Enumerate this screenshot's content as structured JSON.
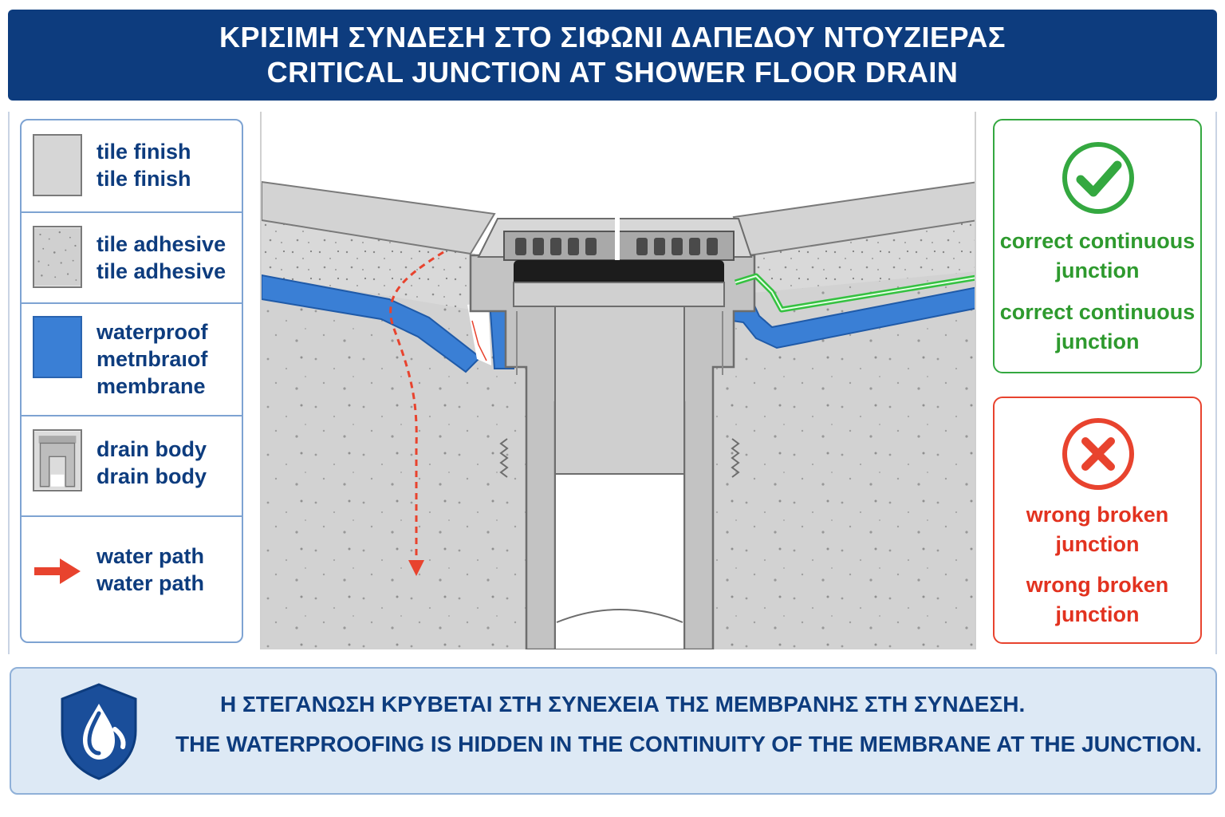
{
  "header": {
    "title_greek": "ΚΡΙΣΙΜΗ ΣΥΝΔΕΣΗ ΣΤΟ ΣΙΦΩΝΙ ΔΑΠΕΔΟΥ ΝΤΟΥΖΙΕΡΑΣ",
    "title_english": "CRITICAL JUNCTION AT SHOWER FLOOR DRAIN"
  },
  "legend": {
    "items": [
      {
        "line1": "tile finish",
        "line2": "tile finish",
        "line3": "",
        "icon": "tile-swatch",
        "color": "#d6d6d6"
      },
      {
        "line1": "tile adhesive",
        "line2": "tile adhesive",
        "line3": "",
        "icon": "adhesive-swatch",
        "color": "#d0d0d0"
      },
      {
        "line1": "waterproof",
        "line2": "metпbraıof",
        "line3": "membrane",
        "icon": "membrane-swatch",
        "color": "#3a7fd5"
      },
      {
        "line1": "drain body",
        "line2": "drain body",
        "line3": "",
        "icon": "drain-body-icon",
        "color": "#c4c4c4"
      },
      {
        "line1": "water path",
        "line2": "water path",
        "line3": "",
        "icon": "arrow-right-icon",
        "color": "#e8432e"
      }
    ]
  },
  "status": {
    "correct": {
      "icon": "check-circle-icon",
      "line1": "correct continuous",
      "line2": "junction",
      "line3": "correct continuous",
      "line4": "junction",
      "color": "#34a840"
    },
    "wrong": {
      "icon": "x-circle-icon",
      "line1": "wrong broken",
      "line2": "junction",
      "line3": "wrong broken",
      "line4": "junction",
      "color": "#e8432e"
    }
  },
  "footer": {
    "icon": "shield-water-drop-icon",
    "line_greek": "Η ΣΤΕΓΑΝΩΣΗ ΚΡΥΒΕΤΑΙ ΣΤΗ ΣΥΝΕΧΕΙΑ ΤΗΣ ΜΕΜΒΡΑΝΗΣ ΣΤΗ ΣΥΝΔΕΣΗ.",
    "line_english": "THE WATERPROOFING IS HIDDEN IN THE CONTINUITY OF THE MEMBRANE AT THE JUNCTION."
  },
  "colors": {
    "brand_blue": "#0d3c7e",
    "membrane_blue": "#3a7fd5",
    "correct_green": "#34a840",
    "wrong_red": "#e8432e",
    "concrete": "#d4d4d4"
  }
}
